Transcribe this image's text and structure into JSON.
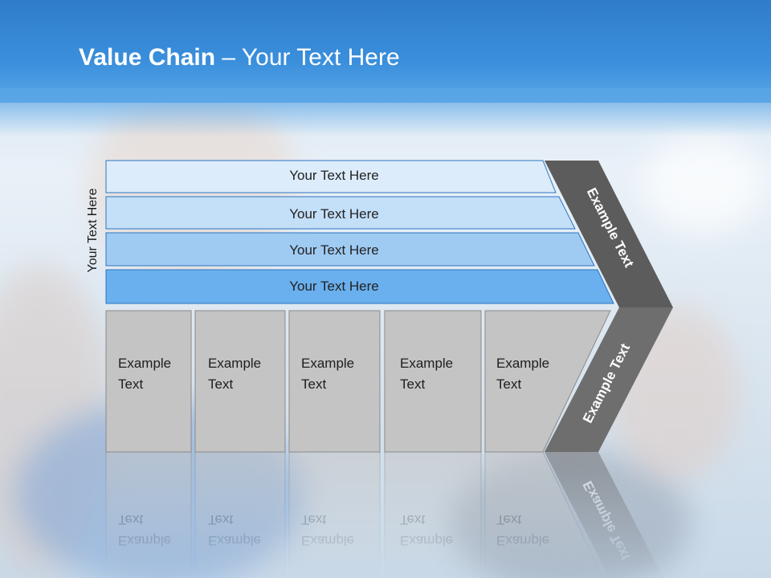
{
  "title": {
    "bold": "Value Chain",
    "rest": " – Your Text Here"
  },
  "side_label": "Your Text Here",
  "stripes": [
    {
      "label": "Your Text Here",
      "color": "#dcecfb"
    },
    {
      "label": "Your Text Here",
      "color": "#c4dff8"
    },
    {
      "label": "Your Text Here",
      "color": "#9fcbf3"
    },
    {
      "label": "Your Text Here",
      "color": "#6ab0ee"
    }
  ],
  "boxes": [
    {
      "line1": "Example",
      "line2": "Text"
    },
    {
      "line1": "Example",
      "line2": "Text"
    },
    {
      "line1": "Example",
      "line2": "Text"
    },
    {
      "line1": "Example",
      "line2": "Text"
    },
    {
      "line1": "Example",
      "line2": "Text"
    }
  ],
  "arrow": {
    "upper": "Example Text",
    "lower": "Example Text"
  },
  "colors": {
    "title_band": "#3a8fdc",
    "arrow_upper": "#5c5c5c",
    "arrow_lower": "#6e6e6e",
    "box_fill": "#c4c4c4",
    "stripe_stroke": "#2c74c0"
  }
}
